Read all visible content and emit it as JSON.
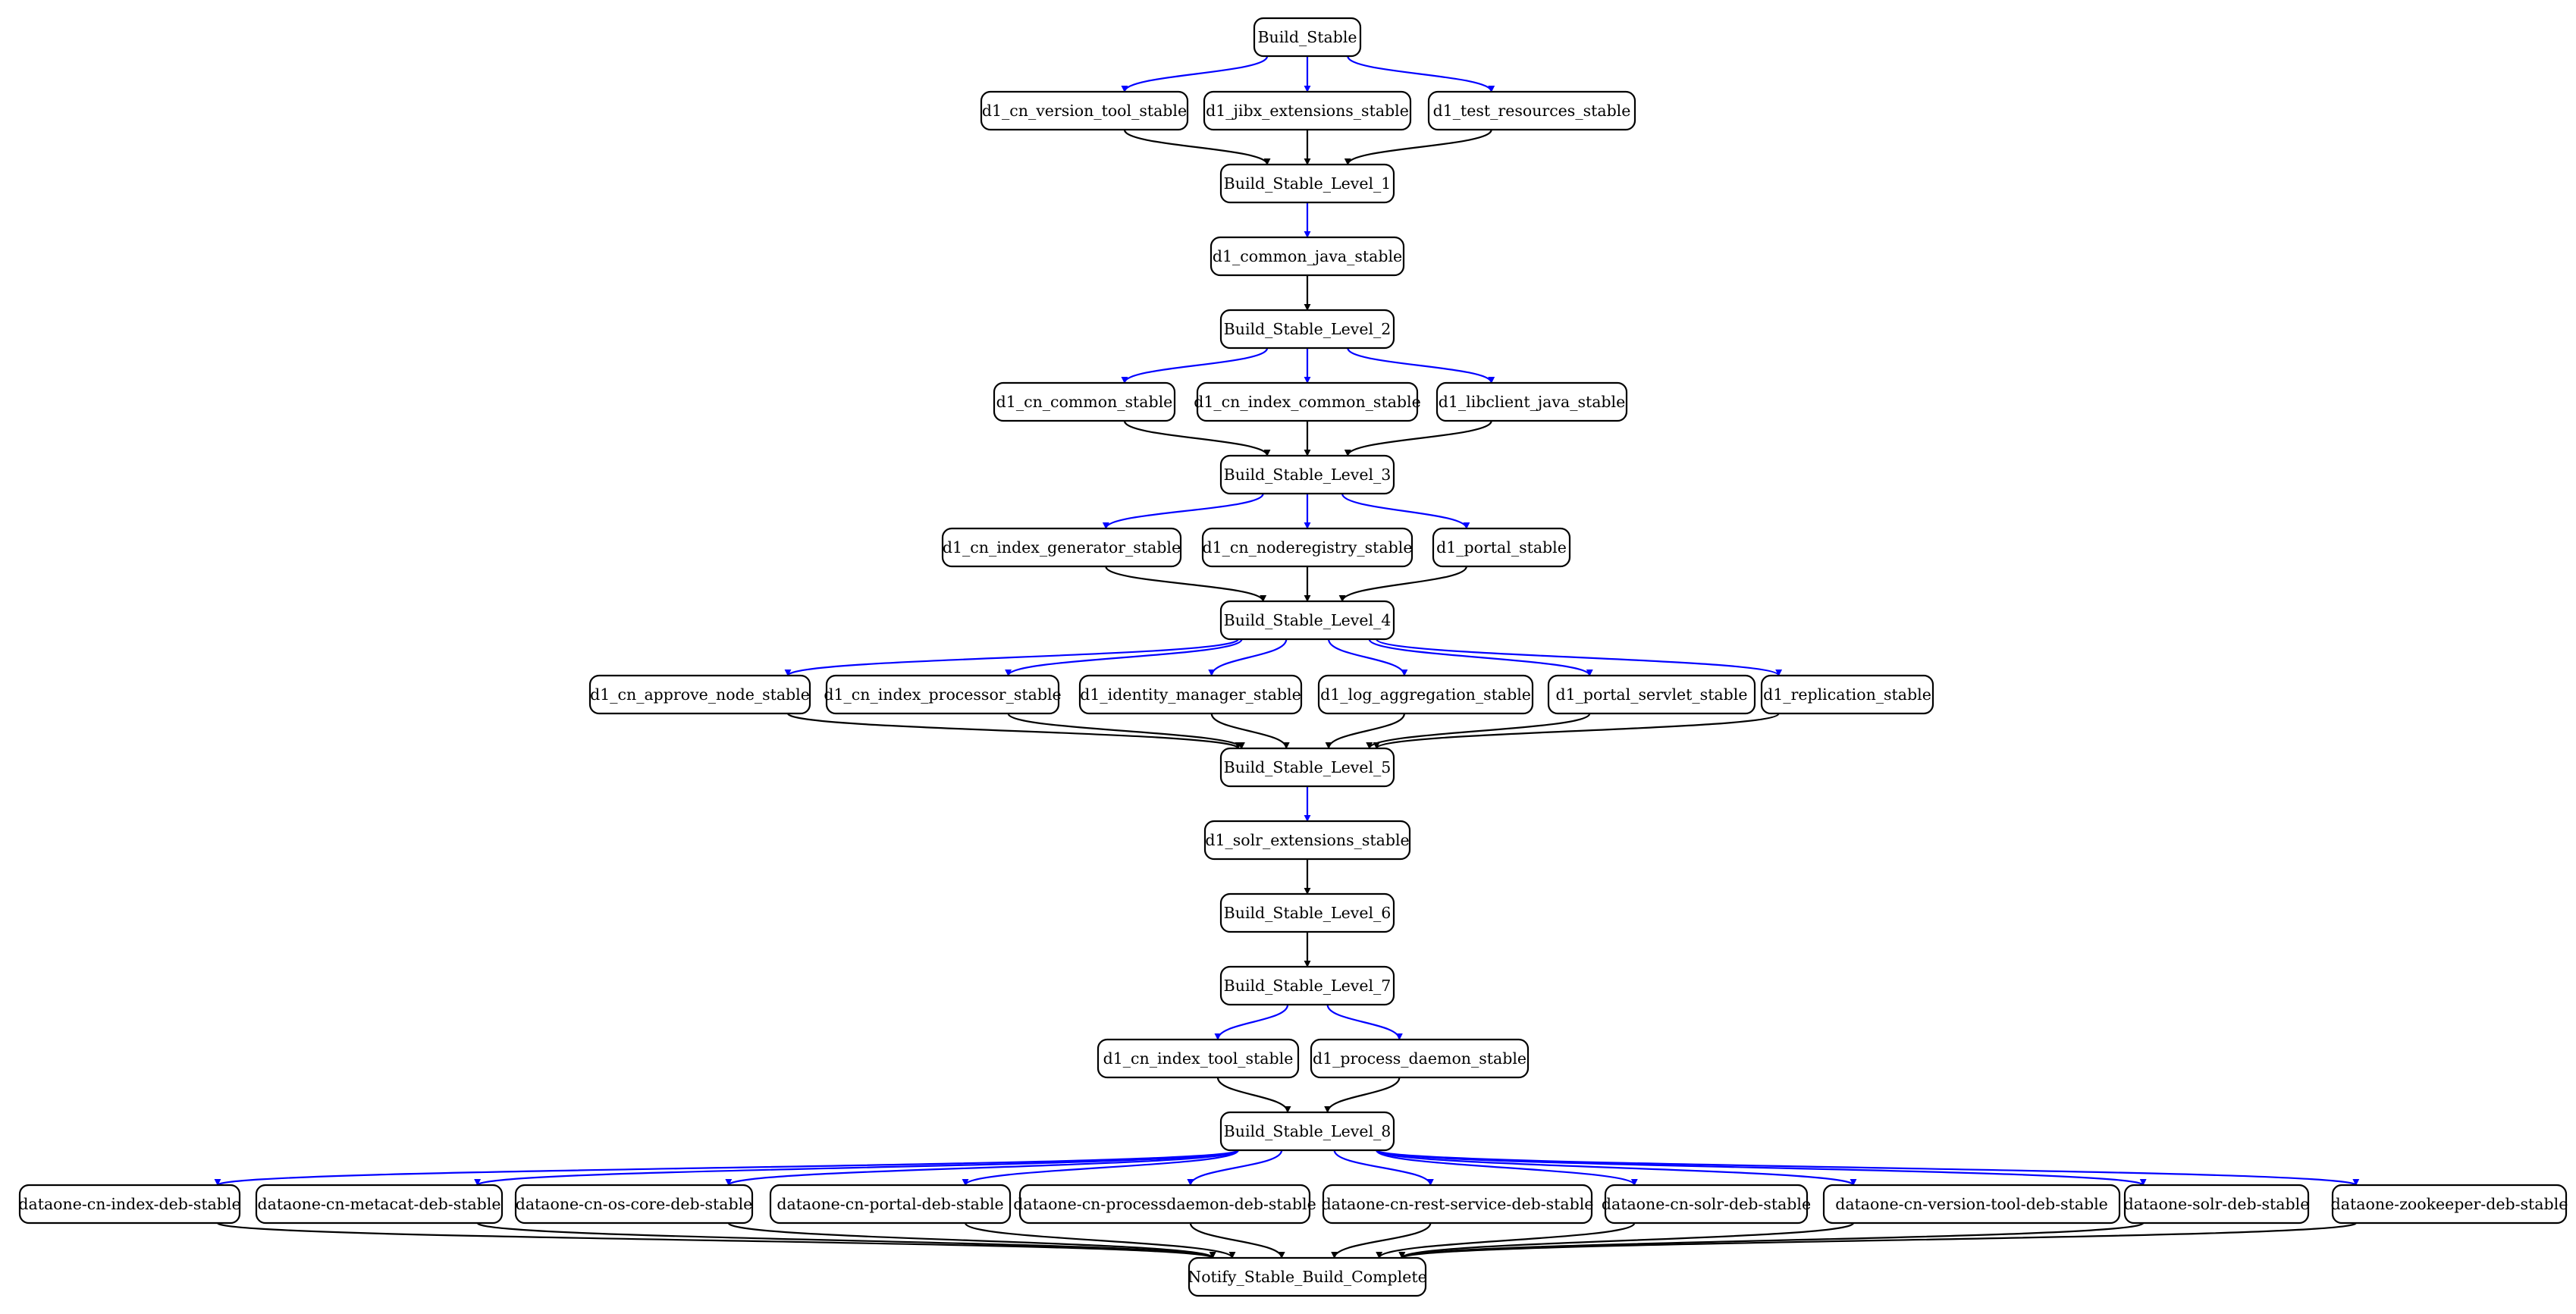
{
  "diagram": {
    "edge_colors": {
      "blue": "#0000ff",
      "black": "#000000"
    },
    "nodes": [
      {
        "id": "bs",
        "label": "Build_Stable"
      },
      {
        "id": "vt",
        "label": "d1_cn_version_tool_stable"
      },
      {
        "id": "jx",
        "label": "d1_jibx_extensions_stable"
      },
      {
        "id": "tr",
        "label": "d1_test_resources_stable"
      },
      {
        "id": "l1",
        "label": "Build_Stable_Level_1"
      },
      {
        "id": "cj",
        "label": "d1_common_java_stable"
      },
      {
        "id": "l2",
        "label": "Build_Stable_Level_2"
      },
      {
        "id": "cc",
        "label": "d1_cn_common_stable"
      },
      {
        "id": "ic",
        "label": "d1_cn_index_common_stable"
      },
      {
        "id": "lj",
        "label": "d1_libclient_java_stable"
      },
      {
        "id": "l3",
        "label": "Build_Stable_Level_3"
      },
      {
        "id": "ig",
        "label": "d1_cn_index_generator_stable"
      },
      {
        "id": "nr",
        "label": "d1_cn_noderegistry_stable"
      },
      {
        "id": "ps",
        "label": "d1_portal_stable"
      },
      {
        "id": "l4",
        "label": "Build_Stable_Level_4"
      },
      {
        "id": "an",
        "label": "d1_cn_approve_node_stable"
      },
      {
        "id": "ip",
        "label": "d1_cn_index_processor_stable"
      },
      {
        "id": "im",
        "label": "d1_identity_manager_stable"
      },
      {
        "id": "la",
        "label": "d1_log_aggregation_stable"
      },
      {
        "id": "pv",
        "label": "d1_portal_servlet_stable"
      },
      {
        "id": "rp",
        "label": "d1_replication_stable"
      },
      {
        "id": "l5",
        "label": "Build_Stable_Level_5"
      },
      {
        "id": "se",
        "label": "d1_solr_extensions_stable"
      },
      {
        "id": "l6",
        "label": "Build_Stable_Level_6"
      },
      {
        "id": "l7",
        "label": "Build_Stable_Level_7"
      },
      {
        "id": "it",
        "label": "d1_cn_index_tool_stable"
      },
      {
        "id": "pd",
        "label": "d1_process_daemon_stable"
      },
      {
        "id": "l8",
        "label": "Build_Stable_Level_8"
      },
      {
        "id": "d1",
        "label": "dataone-cn-index-deb-stable"
      },
      {
        "id": "d2",
        "label": "dataone-cn-metacat-deb-stable"
      },
      {
        "id": "d3",
        "label": "dataone-cn-os-core-deb-stable"
      },
      {
        "id": "d4",
        "label": "dataone-cn-portal-deb-stable"
      },
      {
        "id": "d5",
        "label": "dataone-cn-processdaemon-deb-stable"
      },
      {
        "id": "d6",
        "label": "dataone-cn-rest-service-deb-stable"
      },
      {
        "id": "d7",
        "label": "dataone-cn-solr-deb-stable"
      },
      {
        "id": "d8",
        "label": "dataone-cn-version-tool-deb-stable"
      },
      {
        "id": "d9",
        "label": "dataone-solr-deb-stable"
      },
      {
        "id": "d10",
        "label": "dataone-zookeeper-deb-stable"
      },
      {
        "id": "nt",
        "label": "Notify_Stable_Build_Complete"
      }
    ],
    "edges": [
      {
        "from": "bs",
        "to": "vt",
        "color": "blue"
      },
      {
        "from": "bs",
        "to": "jx",
        "color": "blue"
      },
      {
        "from": "bs",
        "to": "tr",
        "color": "blue"
      },
      {
        "from": "vt",
        "to": "l1",
        "color": "black"
      },
      {
        "from": "jx",
        "to": "l1",
        "color": "black"
      },
      {
        "from": "tr",
        "to": "l1",
        "color": "black"
      },
      {
        "from": "l1",
        "to": "cj",
        "color": "blue"
      },
      {
        "from": "cj",
        "to": "l2",
        "color": "black"
      },
      {
        "from": "l2",
        "to": "cc",
        "color": "blue"
      },
      {
        "from": "l2",
        "to": "ic",
        "color": "blue"
      },
      {
        "from": "l2",
        "to": "lj",
        "color": "blue"
      },
      {
        "from": "cc",
        "to": "l3",
        "color": "black"
      },
      {
        "from": "ic",
        "to": "l3",
        "color": "black"
      },
      {
        "from": "lj",
        "to": "l3",
        "color": "black"
      },
      {
        "from": "l3",
        "to": "ig",
        "color": "blue"
      },
      {
        "from": "l3",
        "to": "nr",
        "color": "blue"
      },
      {
        "from": "l3",
        "to": "ps",
        "color": "blue"
      },
      {
        "from": "ig",
        "to": "l4",
        "color": "black"
      },
      {
        "from": "nr",
        "to": "l4",
        "color": "black"
      },
      {
        "from": "ps",
        "to": "l4",
        "color": "black"
      },
      {
        "from": "l4",
        "to": "an",
        "color": "blue"
      },
      {
        "from": "l4",
        "to": "ip",
        "color": "blue"
      },
      {
        "from": "l4",
        "to": "im",
        "color": "blue"
      },
      {
        "from": "l4",
        "to": "la",
        "color": "blue"
      },
      {
        "from": "l4",
        "to": "pv",
        "color": "blue"
      },
      {
        "from": "l4",
        "to": "rp",
        "color": "blue"
      },
      {
        "from": "an",
        "to": "l5",
        "color": "black"
      },
      {
        "from": "ip",
        "to": "l5",
        "color": "black"
      },
      {
        "from": "im",
        "to": "l5",
        "color": "black"
      },
      {
        "from": "la",
        "to": "l5",
        "color": "black"
      },
      {
        "from": "pv",
        "to": "l5",
        "color": "black"
      },
      {
        "from": "rp",
        "to": "l5",
        "color": "black"
      },
      {
        "from": "l5",
        "to": "se",
        "color": "blue"
      },
      {
        "from": "se",
        "to": "l6",
        "color": "black"
      },
      {
        "from": "l6",
        "to": "l7",
        "color": "black"
      },
      {
        "from": "l7",
        "to": "it",
        "color": "blue"
      },
      {
        "from": "l7",
        "to": "pd",
        "color": "blue"
      },
      {
        "from": "it",
        "to": "l8",
        "color": "black"
      },
      {
        "from": "pd",
        "to": "l8",
        "color": "black"
      },
      {
        "from": "l8",
        "to": "d1",
        "color": "blue"
      },
      {
        "from": "l8",
        "to": "d2",
        "color": "blue"
      },
      {
        "from": "l8",
        "to": "d3",
        "color": "blue"
      },
      {
        "from": "l8",
        "to": "d4",
        "color": "blue"
      },
      {
        "from": "l8",
        "to": "d5",
        "color": "blue"
      },
      {
        "from": "l8",
        "to": "d6",
        "color": "blue"
      },
      {
        "from": "l8",
        "to": "d7",
        "color": "blue"
      },
      {
        "from": "l8",
        "to": "d8",
        "color": "blue"
      },
      {
        "from": "l8",
        "to": "d9",
        "color": "blue"
      },
      {
        "from": "l8",
        "to": "d10",
        "color": "blue"
      },
      {
        "from": "d1",
        "to": "nt",
        "color": "black"
      },
      {
        "from": "d2",
        "to": "nt",
        "color": "black"
      },
      {
        "from": "d3",
        "to": "nt",
        "color": "black"
      },
      {
        "from": "d4",
        "to": "nt",
        "color": "black"
      },
      {
        "from": "d5",
        "to": "nt",
        "color": "black"
      },
      {
        "from": "d6",
        "to": "nt",
        "color": "black"
      },
      {
        "from": "d7",
        "to": "nt",
        "color": "black"
      },
      {
        "from": "d8",
        "to": "nt",
        "color": "black"
      },
      {
        "from": "d9",
        "to": "nt",
        "color": "black"
      },
      {
        "from": "d10",
        "to": "nt",
        "color": "black"
      }
    ]
  }
}
